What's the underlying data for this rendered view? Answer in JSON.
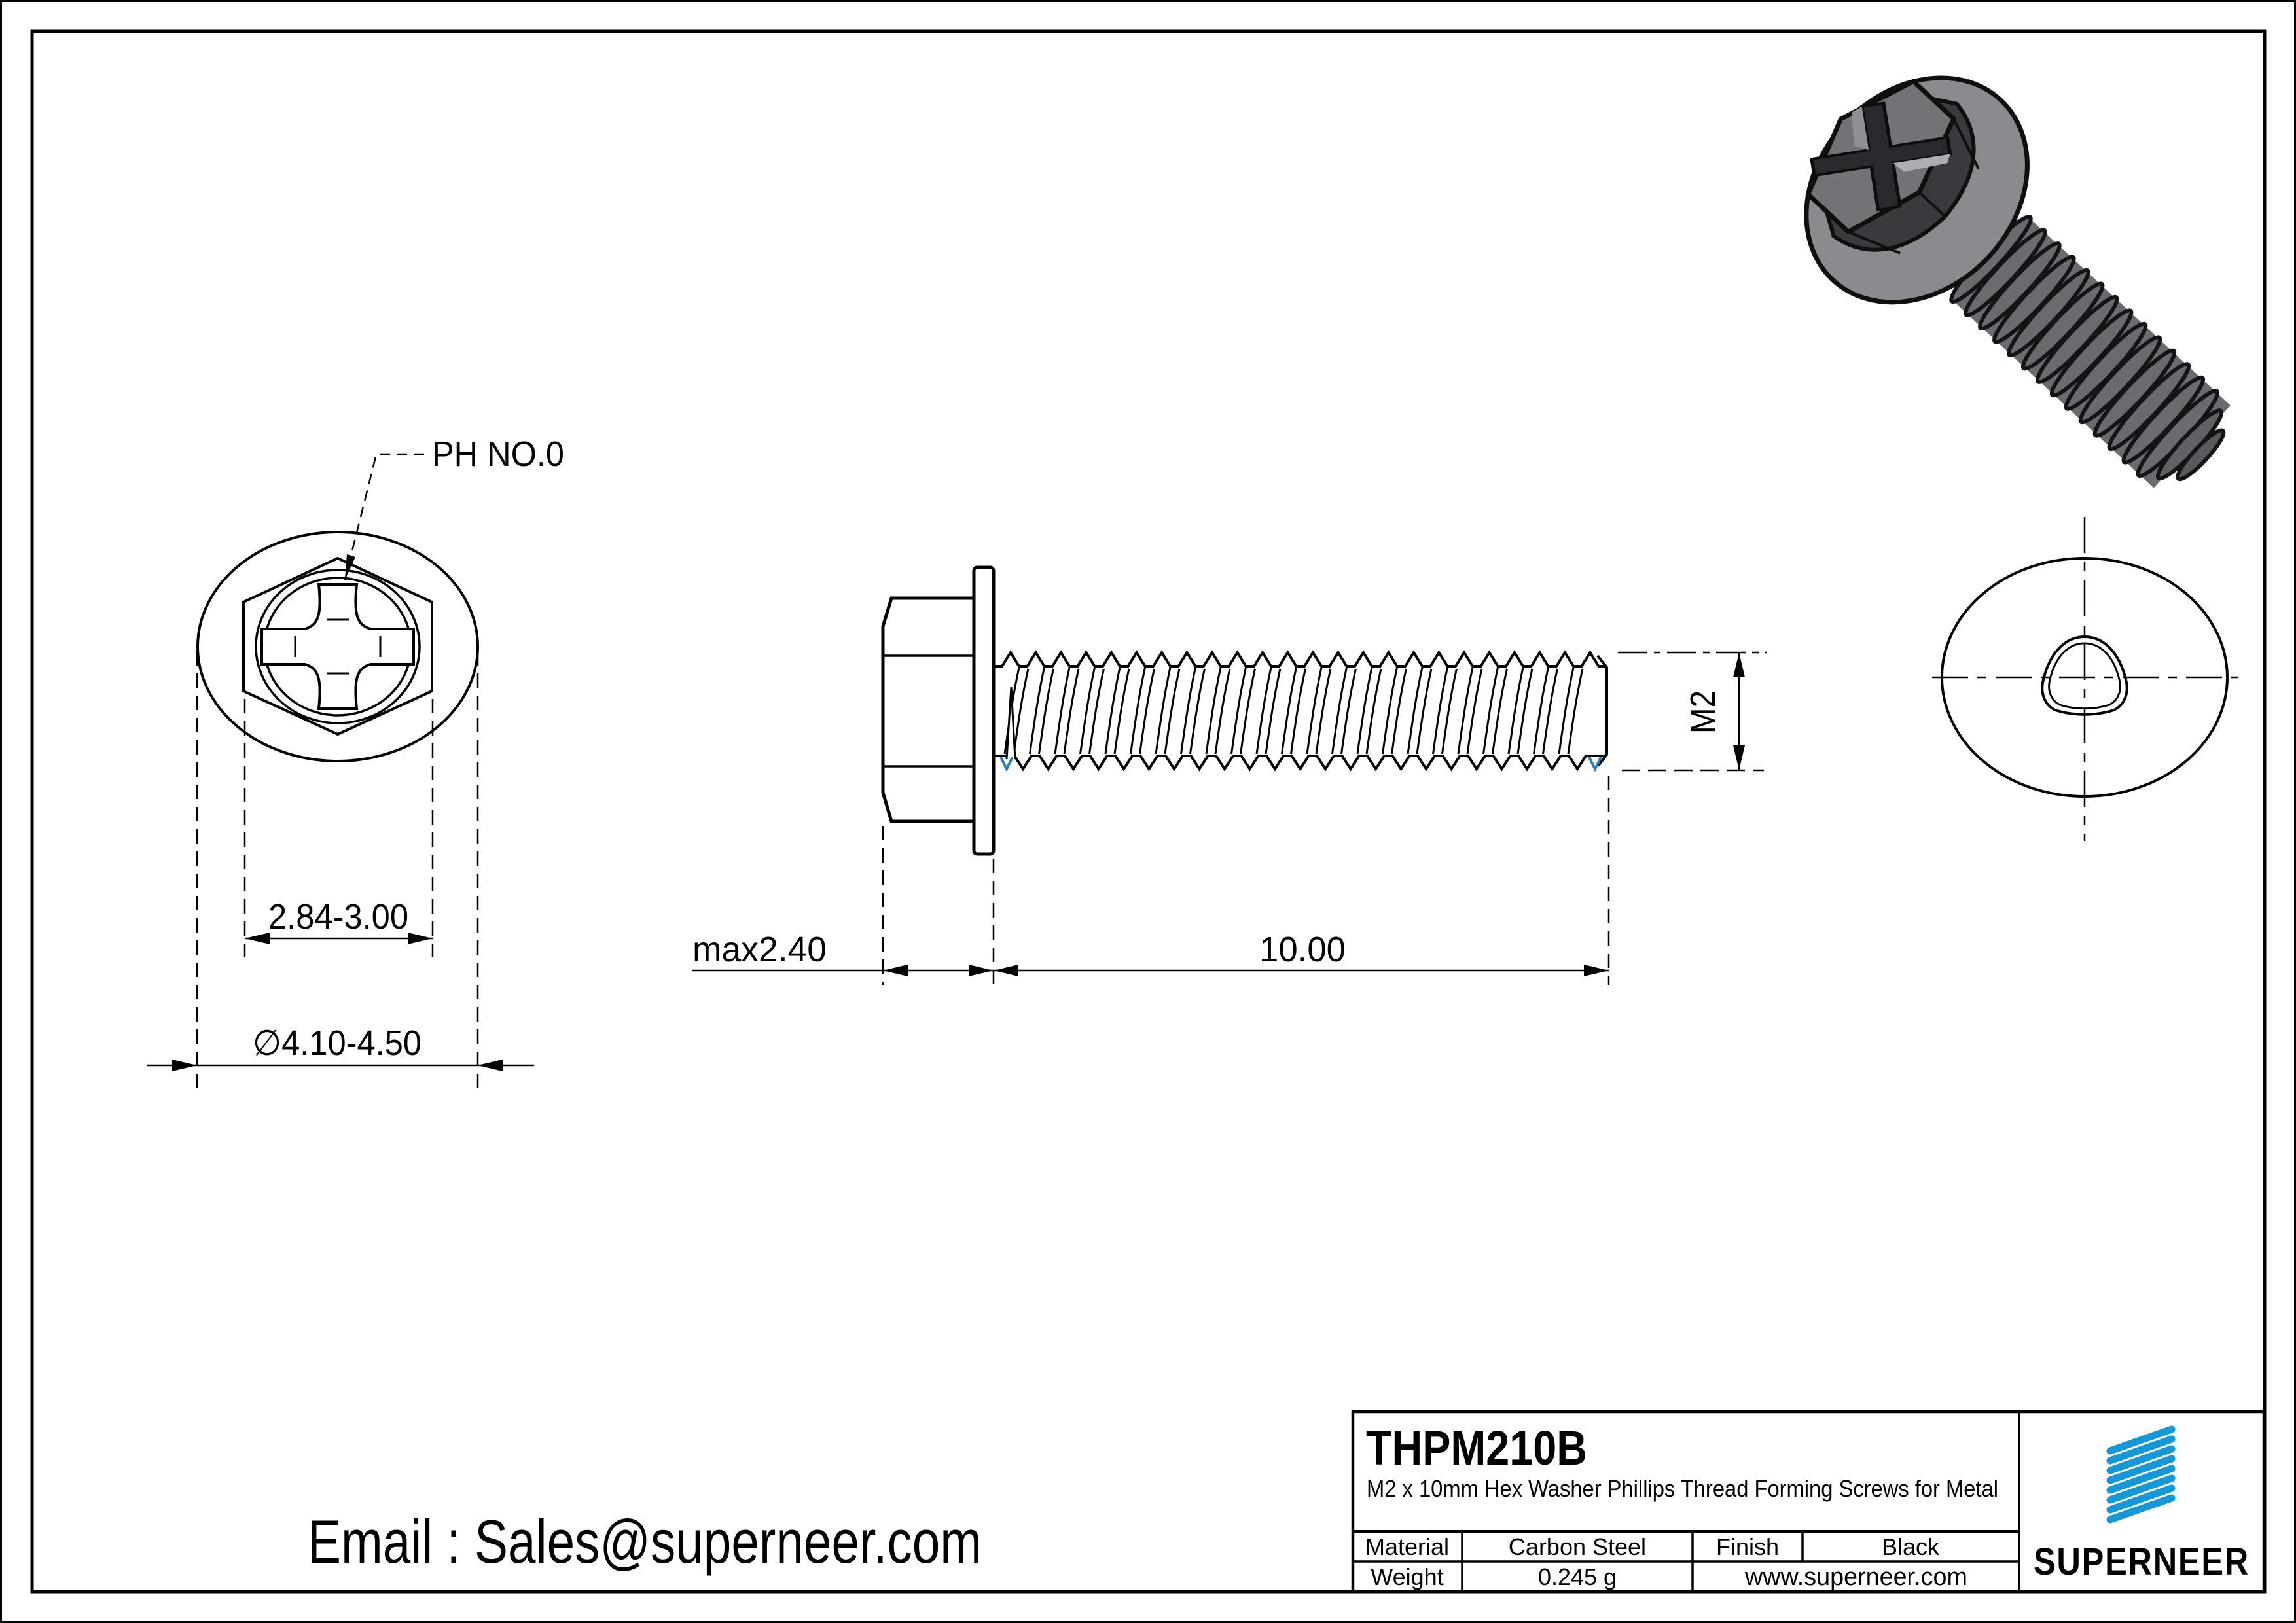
{
  "drawing": {
    "part_number": "THPM210B",
    "description": "M2 x 10mm Hex Washer Phillips Thread Forming Screws for Metal",
    "email": "Email : Sales@superneer.com",
    "brand": "SUPERNEER",
    "website": "www.superneer.com",
    "title_block": {
      "material_label": "Material",
      "material_value": "Carbon Steel",
      "finish_label": "Finish",
      "finish_value": "Black",
      "weight_label": "Weight",
      "weight_value": "0.245 g"
    },
    "dimensions": {
      "drive_label": "PH NO.0",
      "across_flats": "2.84-3.00",
      "washer_diameter": "∅4.10-4.50",
      "head_height": "max2.40",
      "thread_length": "10.00",
      "thread_size": "M2"
    },
    "colors": {
      "accent_blue": "#1697d6",
      "link_blue": "#1a8fd1",
      "thread_tick_blue": "#2d7eb3",
      "line_black": "#000000"
    }
  }
}
